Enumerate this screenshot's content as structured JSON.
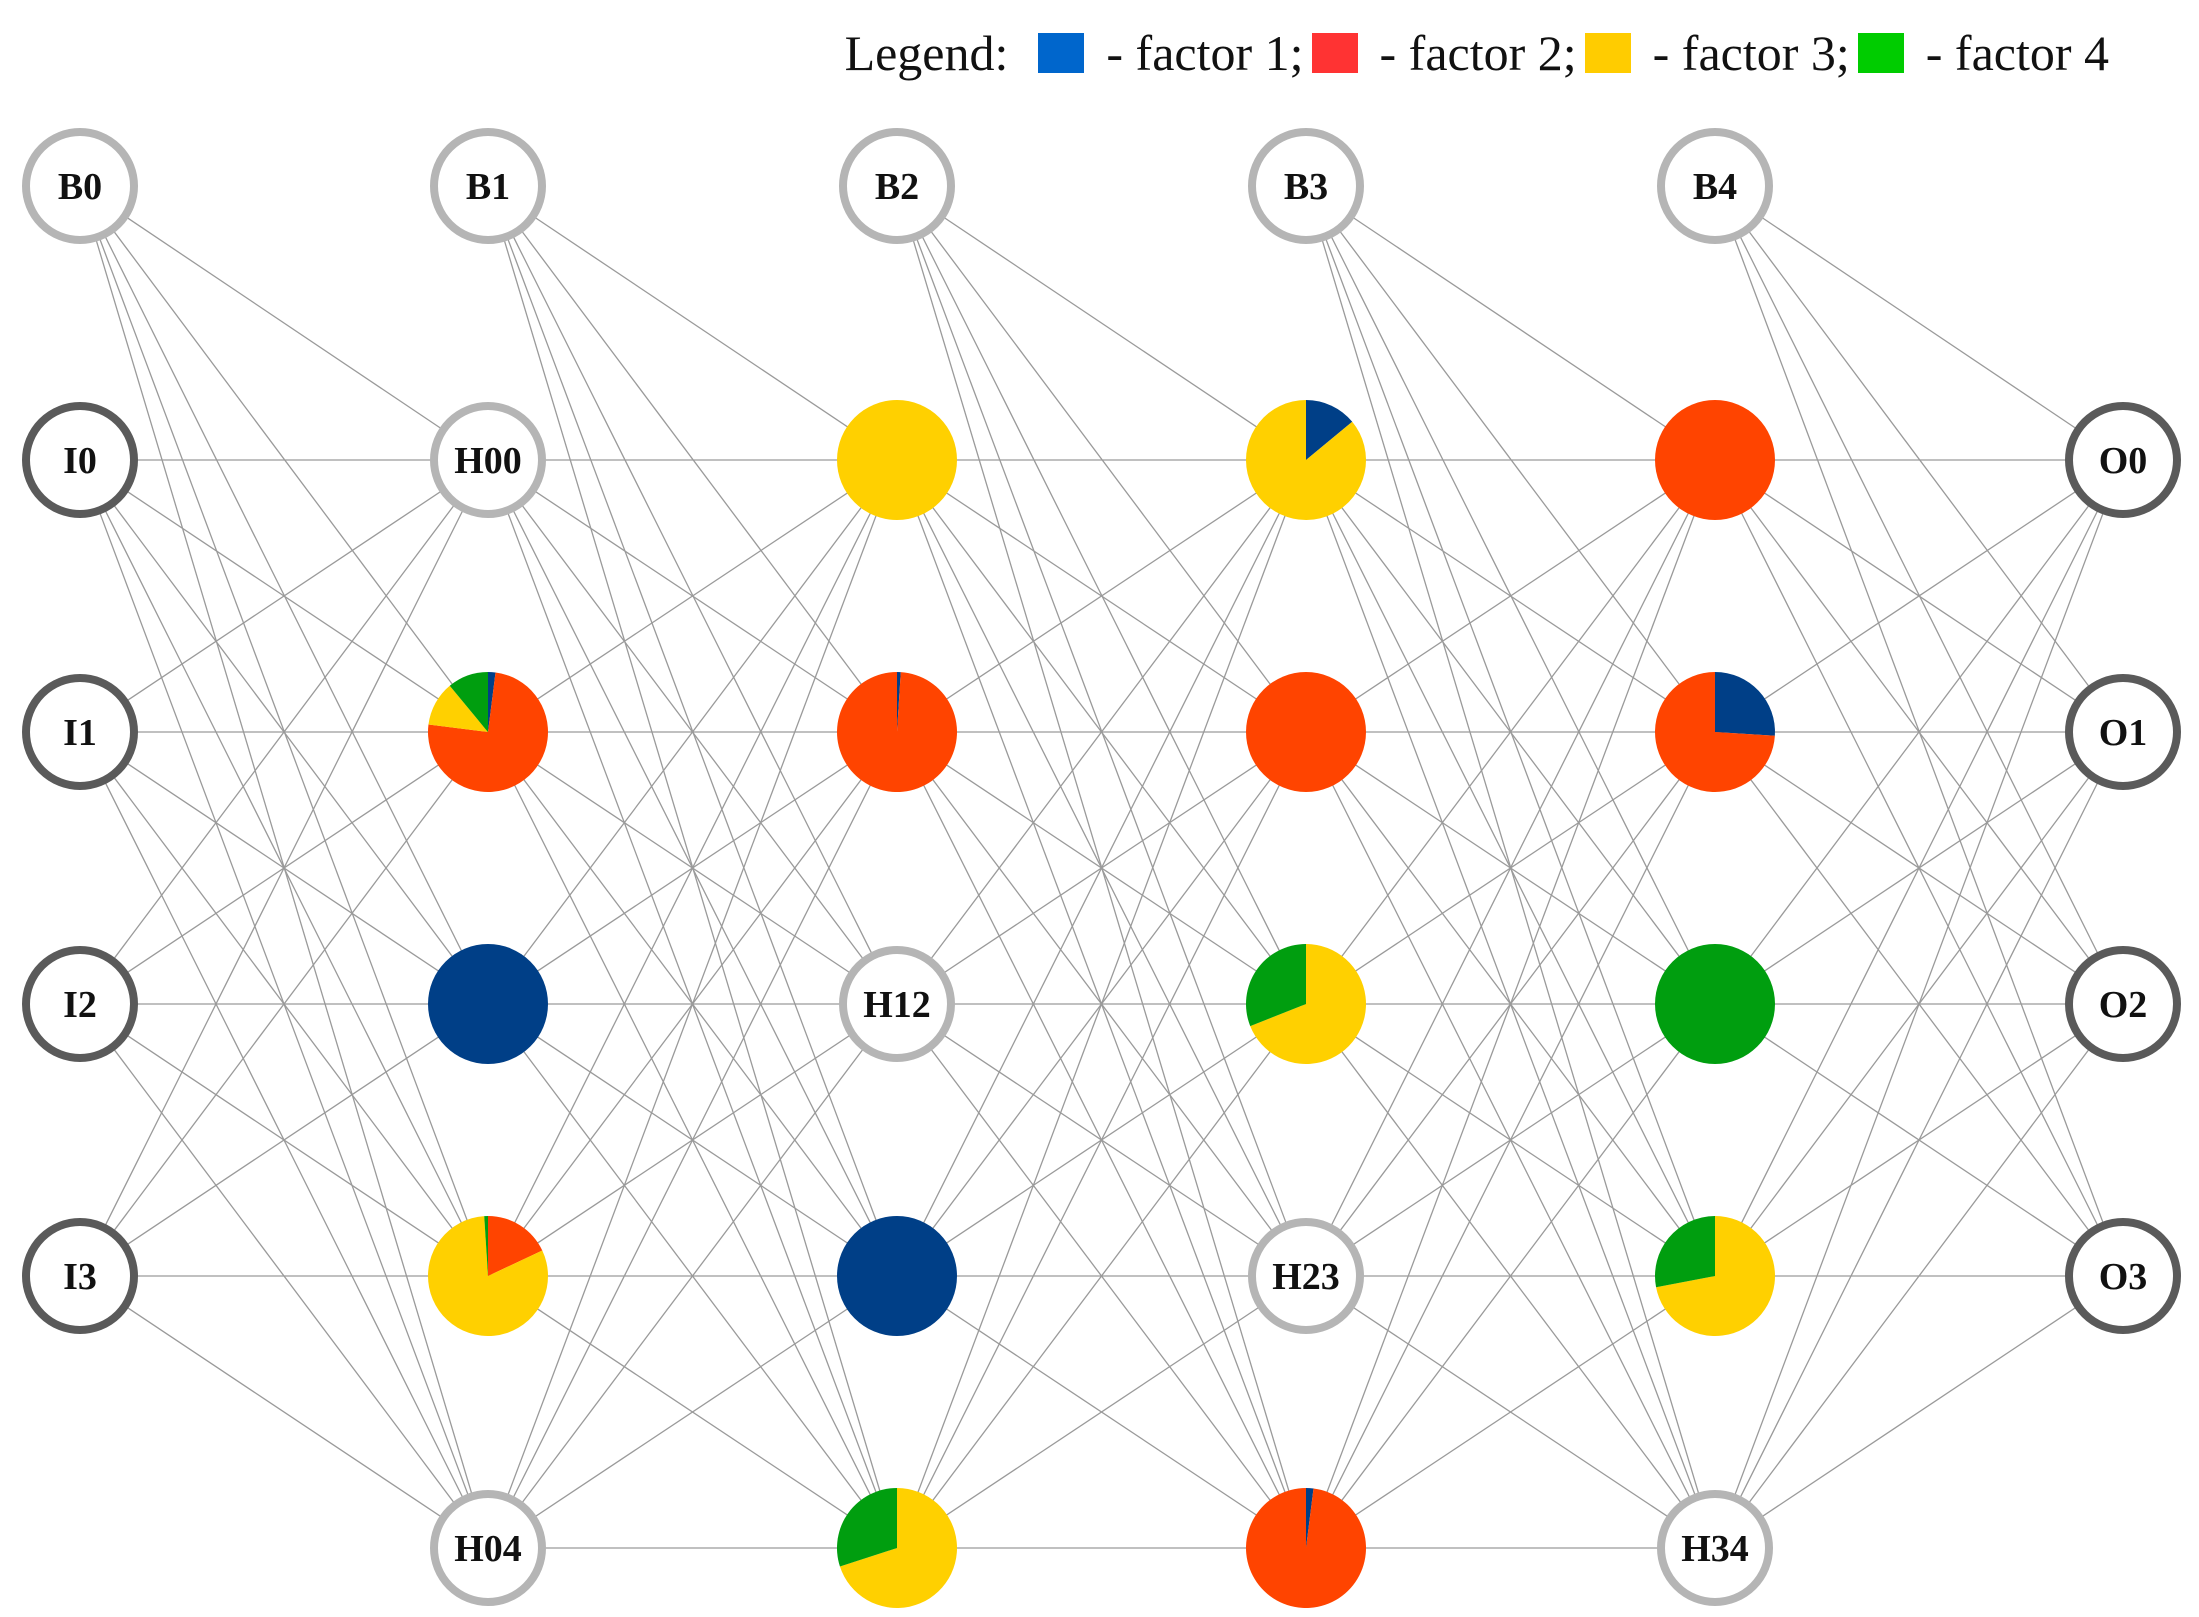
{
  "legend": {
    "title": "Legend:",
    "items": [
      {
        "label": "- factor 1;",
        "color": "#0066cc"
      },
      {
        "label": "- factor 2;",
        "color": "#ff3333"
      },
      {
        "label": "- factor 3;",
        "color": "#ffcc00"
      },
      {
        "label": "- factor 4",
        "color": "#00cc00"
      }
    ]
  },
  "factor_colors": [
    "#003f87",
    "#ff4400",
    "#ffd000",
    "#009e0f"
  ],
  "colors": {
    "bias_ring": "#b5b5b5",
    "io_ring": "#5a5a5a",
    "edge": "#9a9a9a"
  },
  "layers": [
    {
      "bias": "B0",
      "nodes": [
        {
          "label": "I0",
          "role": "input"
        },
        {
          "label": "I1",
          "role": "input"
        },
        {
          "label": "I2",
          "role": "input"
        },
        {
          "label": "I3",
          "role": "input"
        }
      ]
    },
    {
      "bias": "B1",
      "nodes": [
        {
          "label": "H00",
          "role": "hidden"
        },
        {
          "label": "",
          "role": "hidden",
          "shares": [
            0.02,
            0.75,
            0.12,
            0.11
          ]
        },
        {
          "label": "",
          "role": "hidden",
          "shares": [
            1,
            0,
            0,
            0
          ]
        },
        {
          "label": "",
          "role": "hidden",
          "shares": [
            0,
            0.18,
            0.81,
            0.01
          ]
        },
        {
          "label": "H04",
          "role": "hidden"
        }
      ]
    },
    {
      "bias": "B2",
      "nodes": [
        {
          "label": "",
          "role": "hidden",
          "shares": [
            0,
            0,
            1,
            0
          ]
        },
        {
          "label": "",
          "role": "hidden",
          "shares": [
            0.01,
            0.99,
            0,
            0
          ]
        },
        {
          "label": "H12",
          "role": "hidden"
        },
        {
          "label": "",
          "role": "hidden",
          "shares": [
            1,
            0,
            0,
            0
          ]
        },
        {
          "label": "",
          "role": "hidden",
          "shares": [
            0,
            0,
            0.7,
            0.3
          ]
        }
      ]
    },
    {
      "bias": "B3",
      "nodes": [
        {
          "label": "",
          "role": "hidden",
          "shares": [
            0.14,
            0,
            0.86,
            0
          ]
        },
        {
          "label": "",
          "role": "hidden",
          "shares": [
            0,
            1,
            0,
            0
          ]
        },
        {
          "label": "",
          "role": "hidden",
          "shares": [
            0,
            0,
            0.69,
            0.31
          ]
        },
        {
          "label": "H23",
          "role": "hidden"
        },
        {
          "label": "",
          "role": "hidden",
          "shares": [
            0.02,
            0.98,
            0,
            0
          ]
        }
      ]
    },
    {
      "bias": "B4",
      "nodes": [
        {
          "label": "",
          "role": "hidden",
          "shares": [
            0,
            1,
            0,
            0
          ]
        },
        {
          "label": "",
          "role": "hidden",
          "shares": [
            0.26,
            0.74,
            0,
            0
          ]
        },
        {
          "label": "",
          "role": "hidden",
          "shares": [
            0,
            0,
            0,
            1
          ]
        },
        {
          "label": "",
          "role": "hidden",
          "shares": [
            0,
            0,
            0.72,
            0.28
          ]
        },
        {
          "label": "H34",
          "role": "hidden"
        }
      ]
    },
    {
      "bias": "",
      "nodes": [
        {
          "label": "O0",
          "role": "output"
        },
        {
          "label": "O1",
          "role": "output"
        },
        {
          "label": "O2",
          "role": "output"
        },
        {
          "label": "O3",
          "role": "output"
        }
      ]
    }
  ]
}
